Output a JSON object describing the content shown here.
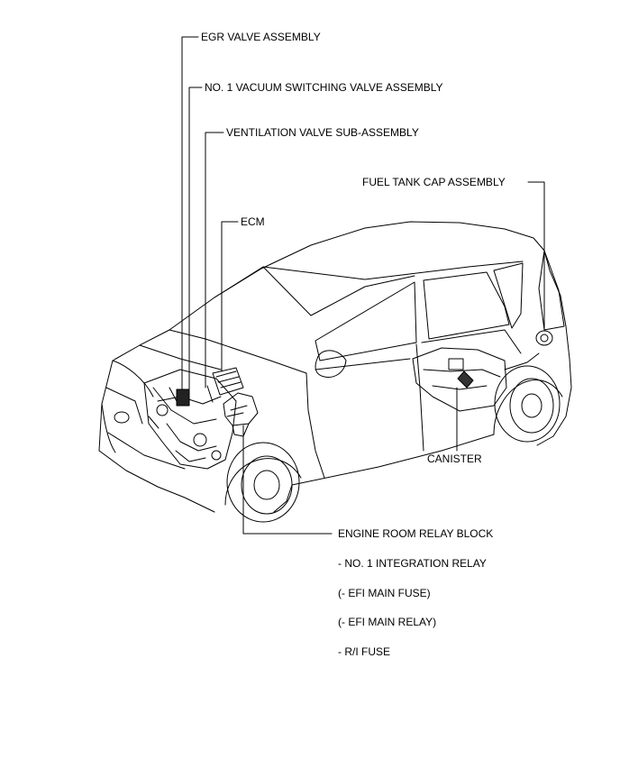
{
  "labels": {
    "egr_valve": "EGR VALVE ASSEMBLY",
    "vacuum_switching_valve": "NO. 1 VACUUM SWITCHING VALVE ASSEMBLY",
    "ventilation_valve": "VENTILATION VALVE SUB-ASSEMBLY",
    "fuel_tank_cap": "FUEL TANK CAP ASSEMBLY",
    "ecm": "ECM",
    "canister": "CANISTER",
    "engine_room_relay_block": "ENGINE ROOM RELAY BLOCK"
  },
  "relay_block_items": [
    "- NO. 1 INTEGRATION RELAY",
    "(- EFI MAIN FUSE)",
    "(- EFI MAIN RELAY)",
    "- R/I FUSE"
  ]
}
